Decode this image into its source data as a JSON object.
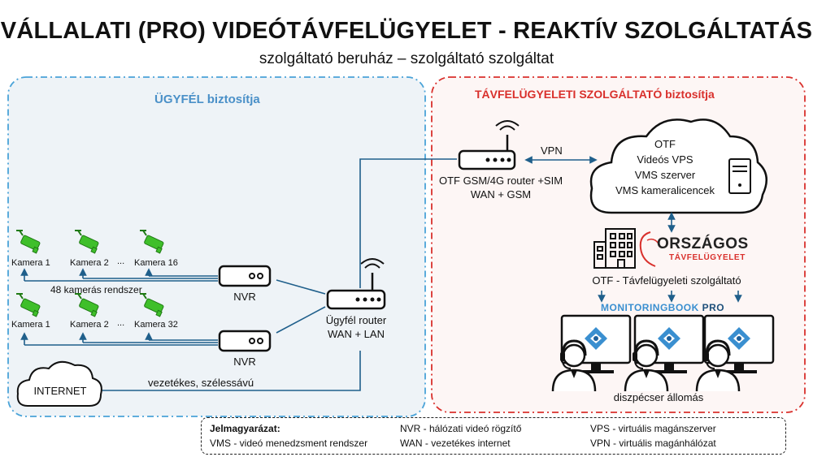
{
  "header": {
    "title": "VÁLLALATI (PRO) VIDEÓTÁVFELÜGYELET - REAKTÍV SZOLGÁLTATÁS",
    "subtitle": "szolgáltató beruház – szolgáltató szolgáltat"
  },
  "client": {
    "heading_strong": "ÜGYFÉL",
    "heading_rest": "biztosítja",
    "system1": {
      "cameras": [
        "Kamera 1",
        "Kamera 2",
        "Kamera 16"
      ],
      "ellipsis": "...",
      "label": "48 kamerás rendszer",
      "nvr_label": "NVR"
    },
    "system2": {
      "cameras": [
        "Kamera 1",
        "Kamera 2",
        "Kamera 32"
      ],
      "ellipsis": "...",
      "nvr_label": "NVR"
    },
    "router_line1": "Ügyfél router",
    "router_line2": "WAN + LAN",
    "internet_label": "INTERNET",
    "wired_label": "vezetékes, szélessávú"
  },
  "provider": {
    "heading": "TÁVFELÜGYELETI SZOLGÁLTATÓ biztosítja",
    "gsm_router_line1": "OTF GSM/4G router +SIM",
    "gsm_router_line2": "WAN + GSM",
    "vpn_label": "VPN",
    "cloud_lines": [
      "OTF",
      "Videós VPS",
      "VMS szerver",
      "VMS kameralicencek"
    ],
    "logo_text": "ORSZÁGOS",
    "logo_subtext": "TÁVFELÜGYELET",
    "otf_label": "OTF - Távfelügyeleti szolgáltató",
    "monitoringbook_text": "MONITORINGBOOK",
    "monitoringbook_pro": "PRO",
    "dispatcher_label": "diszpécser állomás"
  },
  "legend": {
    "title": "Jelmagyarázat:",
    "items": [
      "VMS - videó menedzsment rendszer",
      "NVR - hálózati videó rögzítő",
      "WAN -  vezetékes internet",
      "VPS - virtuális magánszerver",
      "VPN -  virtuális magánhálózat"
    ]
  },
  "colors": {
    "client_border": "#4aa3d8",
    "client_fill": "#eef3f7",
    "client_heading": "#4a90c8",
    "provider_border": "#d9302c",
    "provider_fill": "#fdf6f5",
    "provider_heading": "#d9302c",
    "camera_green": "#3fbf2a",
    "line_blue": "#1f5f8b"
  }
}
